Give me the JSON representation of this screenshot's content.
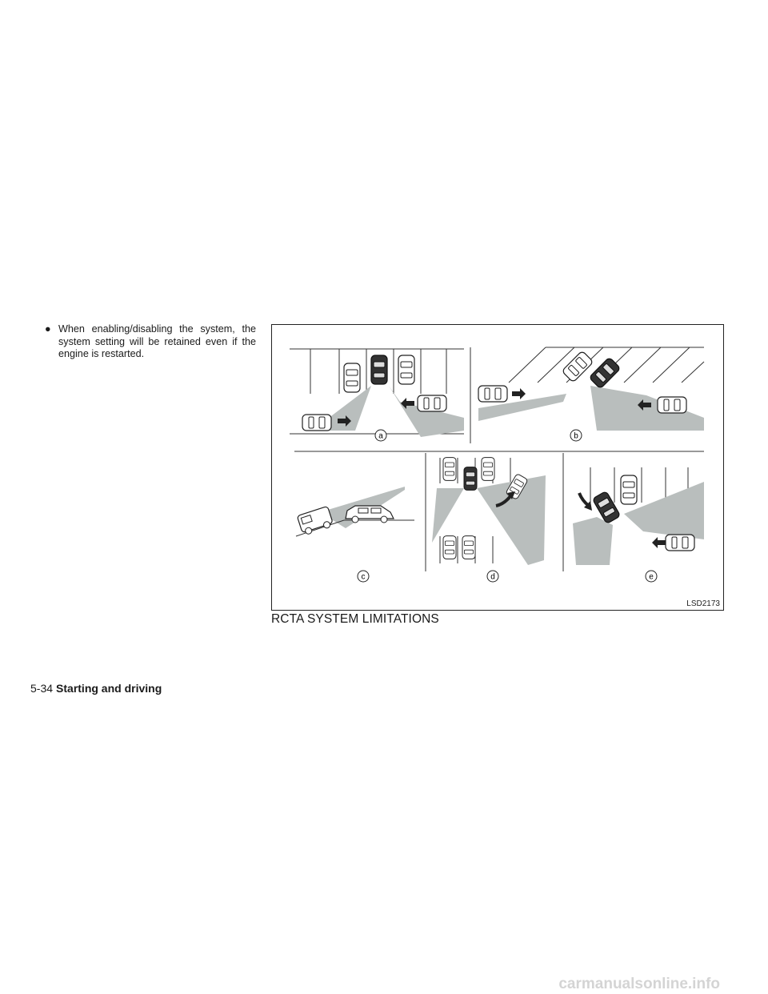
{
  "bullet": {
    "symbol": "●",
    "text": "When enabling/disabling the system, the system setting will be retained even if the engine is restarted."
  },
  "figure": {
    "code": "LSD2173",
    "panels": [
      "a",
      "b",
      "c",
      "d",
      "e"
    ]
  },
  "caption": "RCTA SYSTEM LIMITATIONS",
  "footer": {
    "page": "5-34",
    "section": "Starting and driving"
  },
  "watermark": "carmanualsonline.info"
}
